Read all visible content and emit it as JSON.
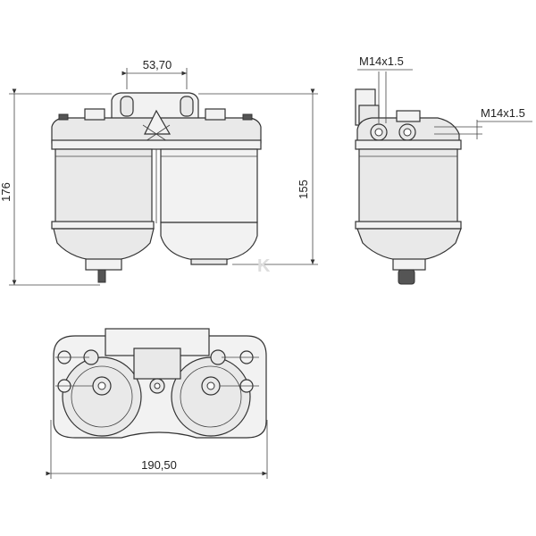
{
  "dimensions": {
    "mount_spacing": "53,70",
    "total_height": "176",
    "body_height": "155",
    "port_thread_top": "M14x1.5",
    "port_thread_side": "M14x1.5",
    "total_width": "190,50"
  },
  "watermark": "K"
}
